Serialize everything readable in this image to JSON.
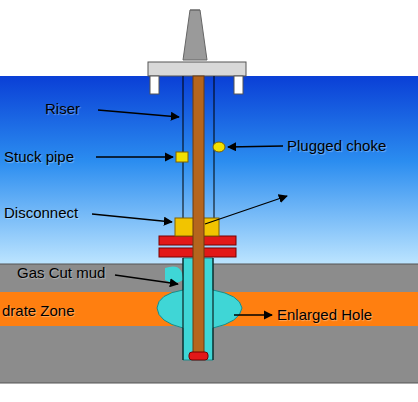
{
  "diagram": {
    "labels": [
      "Riser",
      "Stuck pipe",
      "Plugged choke",
      "Disconnect",
      "Gas Cut mud",
      "drate Zone",
      "Enlarged Hole"
    ]
  }
}
